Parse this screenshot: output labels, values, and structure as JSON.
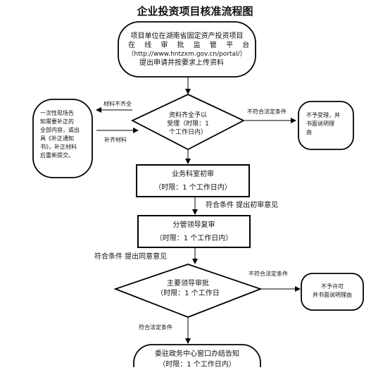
{
  "title": "企业投资项目核准流程图",
  "start": {
    "line1": "项目单位在湖南省固定资产投资项目",
    "line2": "在 线 审 批 监 管 平 台",
    "line3": "（http://www.hntzxm.gov.cn/portal/）",
    "line4": "提出申请并按要求上传资料"
  },
  "left_note": {
    "lines": [
      "一次性现场告",
      "知需要补正的",
      "全部内容，或出",
      "具《补正通知",
      "书》，补正材料",
      "后重新提交。"
    ]
  },
  "diamond1": {
    "lines": [
      "资料齐全予以",
      "受理（时限：1",
      "个工作日内）"
    ]
  },
  "label_incomplete": "材料不齐全",
  "label_supplement": "补齐材料",
  "label_not_accept_cond1": "不符合法定条件",
  "reject1": {
    "lines": [
      "不予受理，并",
      "书面说明理",
      "由"
    ]
  },
  "box1": {
    "line1": "业务科室初审",
    "line2": "（时限：1 个工作日内）"
  },
  "label_first_review": "符合条件  提出初审意见",
  "box2": {
    "line1": "分管领导复审",
    "line2": "（时限：1 个工作日内）"
  },
  "label_agree": "符合条件  提出同意意见",
  "diamond2": {
    "line1": "主要领导审批",
    "line2": "（时限：1 个工作日"
  },
  "label_not_accept_cond2": "不符合法定条件",
  "reject2": {
    "line1": "不予许可",
    "line2": "并书面说明理由"
  },
  "label_legal": "符合法定条件",
  "final": {
    "line1": "委驻政务中心窗口办结告知",
    "line2": "（时限：1 个工作日内）"
  }
}
